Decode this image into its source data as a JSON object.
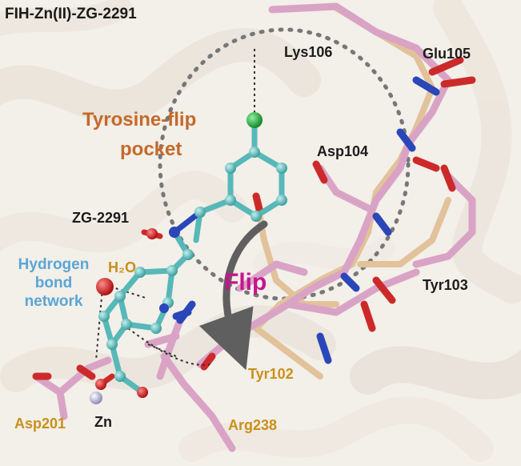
{
  "figure": {
    "title": "FIH-Zn(II)-ZG-2291",
    "pocket_label_line1": "Tyrosine-flip",
    "pocket_label_line2": "pocket",
    "flip_label": "Flip",
    "water_label": "H₂O",
    "ligand_label": "ZG-2291",
    "zinc_label": "Zn",
    "hbond_line1": "Hydrogen",
    "hbond_line2": "bond",
    "hbond_line3": "network"
  },
  "residues": {
    "lys106": "Lys106",
    "glu105": "Glu105",
    "asp104": "Asp104",
    "tyr103": "Tyr103",
    "tyr102": "Tyr102",
    "asp201": "Asp201",
    "arg238": "Arg238"
  },
  "colors": {
    "ligand": "#56b8b8",
    "protein_pink": "#d9a3c6",
    "protein_wheat": "#e2c29a",
    "nitrogen": "#2a46b8",
    "oxygen": "#cc2a2a",
    "chlorine": "#1faa3a",
    "zinc": "#b8b8d8",
    "dark_label": "#1c1c1c",
    "gold_label": "#c9901a",
    "orange_label": "#c4692a",
    "blue_label": "#5aa6d6",
    "magenta_label": "#c4168e"
  }
}
